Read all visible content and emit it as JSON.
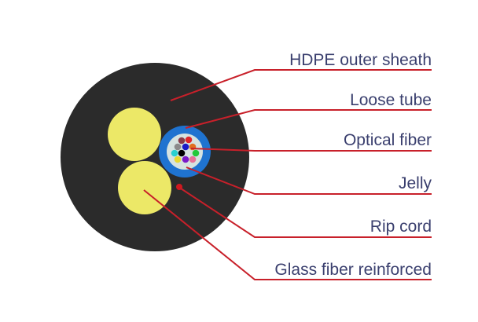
{
  "labels": {
    "hdpe": "HDPE outer sheath",
    "loose_tube": "Loose tube",
    "optical_fiber": "Optical fiber",
    "jelly": "Jelly",
    "rip_cord": "Rip cord",
    "glass_fiber": "Glass fiber reinforced"
  },
  "colors": {
    "sheath": "#2b2b2b",
    "strength_member": "#ece867",
    "tube": "#1f73d0",
    "jelly": "#d6e3e0",
    "leader_line": "#c8202a",
    "text": "#3a3f6e",
    "fibers": [
      "#8a3b4a",
      "#e0242a",
      "#8a8a8a",
      "#1a1ac8",
      "#e07020",
      "#2ad0d0",
      "#000000",
      "#22c83a",
      "#e8d830",
      "#7a1ac8",
      "#e87098"
    ]
  }
}
